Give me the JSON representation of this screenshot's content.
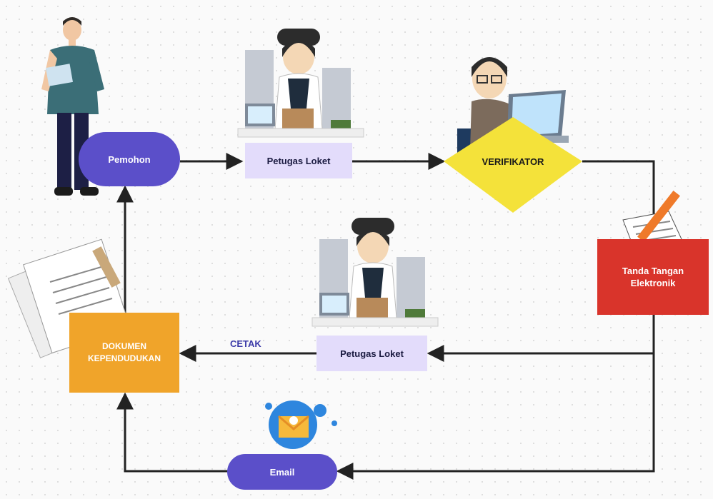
{
  "colors": {
    "pemohon": "#5b4fc9",
    "loket": "#e3dcfb",
    "verifikator": "#f4e23a",
    "tte": "#d9342b",
    "dokumen": "#f0a42a",
    "email": "#5b4fc9",
    "arrow": "#222222"
  },
  "nodes": {
    "pemohon": "Pemohon",
    "loket_top": "Petugas Loket",
    "verifikator": "VERIFIKATOR",
    "tte_line1": "Tanda Tangan",
    "tte_line2": "Elektronik",
    "loket_bottom": "Petugas Loket",
    "dokumen_line1": "DOKUMEN",
    "dokumen_line2": "KEPENDUDUKAN",
    "email": "Email"
  },
  "edge_labels": {
    "cetak": "CETAK"
  },
  "icons": [
    "person-icon",
    "clerk-icon",
    "verifier-icon",
    "signature-icon",
    "documents-icon",
    "email-icon"
  ]
}
